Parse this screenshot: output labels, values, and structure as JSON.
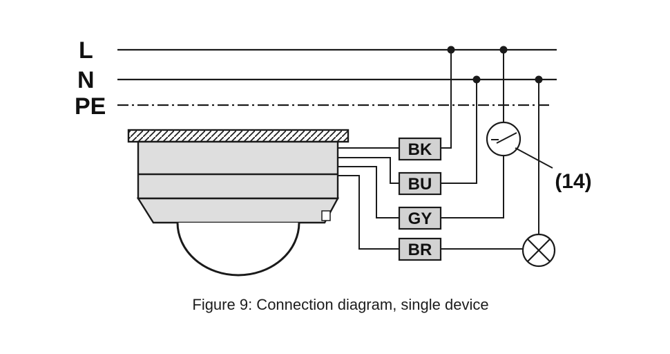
{
  "figure": {
    "caption": "Figure 9: Connection diagram, single device"
  },
  "power_lines": {
    "l": "L",
    "n": "N",
    "pe": "PE"
  },
  "terminals": {
    "bk": "BK",
    "bu": "BU",
    "gy": "GY",
    "br": "BR"
  },
  "annotations": {
    "switch_ref": "(14)"
  },
  "colors": {
    "line": "#1a1a1a",
    "terminal_fill": "#d2d2d2",
    "device_fill": "#dedede",
    "background": "#ffffff"
  }
}
